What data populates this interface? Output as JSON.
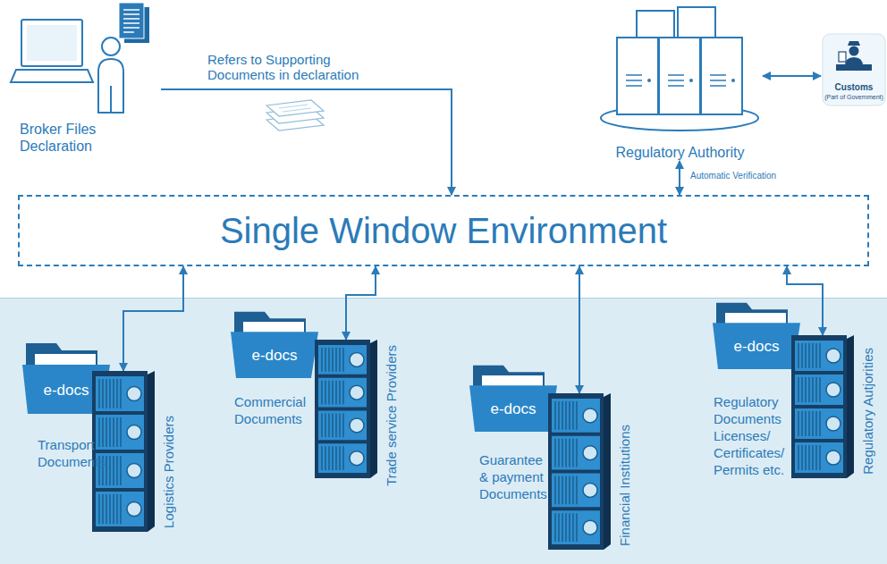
{
  "diagram": {
    "nodes": [
      {
        "text": [
          "Broker Files Declaration"
        ]
      },
      {
        "text": [
          "Single Window Environment"
        ]
      },
      {
        "text": [
          "Regulatory Authority"
        ]
      },
      {
        "text": [
          "Customs",
          "(Part of Government)"
        ]
      },
      {
        "text": [
          "e-docs"
        ]
      },
      {
        "text": [
          "Logistics Providers"
        ]
      },
      {
        "text": [
          "e-docs"
        ]
      },
      {
        "text": [
          "Trade service Providers"
        ]
      },
      {
        "text": [
          "e-docs"
        ]
      },
      {
        "text": [
          "Financial Institutions"
        ]
      },
      {
        "text": [
          "e-docs"
        ]
      },
      {
        "text": [
          "Regulatory Autjorities"
        ]
      }
    ],
    "edges": [
      {
        "from": 0,
        "to": 1,
        "arrow": "to",
        "label": "Refers to Supporting Documents in declaration"
      },
      {
        "from": 2,
        "to": 1,
        "arrow": "both",
        "label": "Automatic Verification"
      },
      {
        "from": 2,
        "to": 3,
        "arrow": "both"
      },
      {
        "from": 1,
        "to": 5,
        "arrow": "both"
      },
      {
        "from": 1,
        "to": 7,
        "arrow": "both"
      },
      {
        "from": 1,
        "to": 9,
        "arrow": "both"
      },
      {
        "from": 1,
        "to": 11,
        "arrow": "both"
      }
    ],
    "labels": [
      "Transport Documents",
      "Commercial Documents",
      "Guarantee & payment Documents",
      "Regulatory Documents Licenses/ Certificates/ Permits etc."
    ]
  }
}
